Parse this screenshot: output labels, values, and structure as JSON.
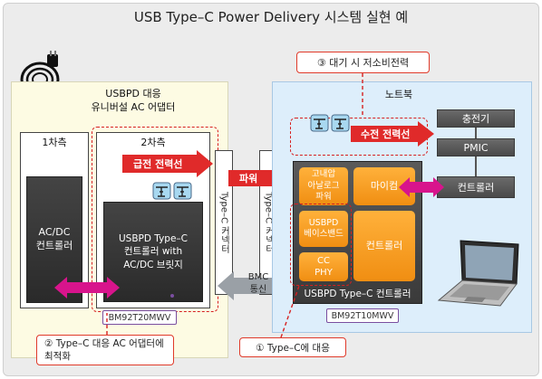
{
  "title": "USB Type–C Power Delivery 시스템 실현 예",
  "left_panel": {
    "header": "USBPD 대응\n유니버설 AC 어댑터",
    "primary_label": "1차측",
    "secondary_label": "2차측",
    "acdc_controller": "AC/DC\n컨트롤러",
    "usbpd_controller": "USBPD Type–C\n컨트롤러 with\nAC/DC 브릿지",
    "supply_arrow": "급전 전력선",
    "chip": "BM92T20MWV"
  },
  "connectors": {
    "left": "Type–C 커넥터",
    "right": "Type–C 커넥터",
    "power_arrow": "파워",
    "bmc": "BMC\n통신"
  },
  "right_panel": {
    "header": "노트북",
    "charger": "충전기",
    "pmic": "PMIC",
    "controller": "컨트롤러",
    "receive_arrow": "수전 전력선",
    "block_title": "USBPD Type–C 컨트롤러",
    "analog": "고내압\n아날로그\n파워",
    "micom": "마이컴",
    "baseband": "USBPD\n베이스밴드",
    "inner_controller": "컨트롤러",
    "ccphy": "CC\nPHY",
    "chip": "BM92T10MWV"
  },
  "callouts": {
    "standby": "③ 대기 시 저소비전력",
    "typec": "① Type–C에 대응",
    "adapter": "② Type–C 대응 AC 어댑터에\n최적화"
  },
  "colors": {
    "accent_red": "#e02a2a",
    "orange": "#f39a1e",
    "magenta": "#d8148c",
    "light_blue": "#ddeefb",
    "cream": "#fdfbe3"
  }
}
